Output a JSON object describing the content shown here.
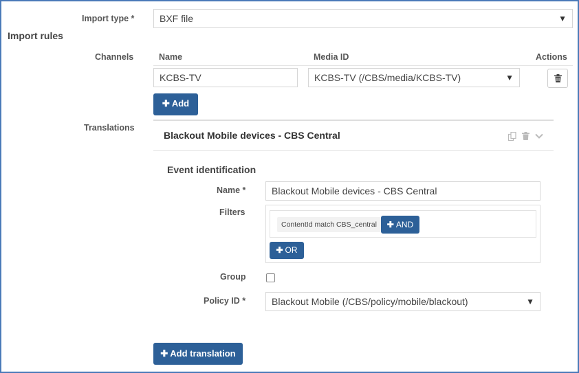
{
  "import_type": {
    "label": "Import type *",
    "value": "BXF file"
  },
  "import_rules": {
    "title": "Import rules"
  },
  "channels": {
    "label": "Channels",
    "col_name": "Name",
    "col_media_id": "Media ID",
    "col_actions": "Actions",
    "rows": [
      {
        "name": "KCBS-TV",
        "media_id": "KCBS-TV (/CBS/media/KCBS-TV)"
      }
    ],
    "add_label": "Add"
  },
  "translations": {
    "label": "Translations",
    "panel_title": "Blackout Mobile devices - CBS Central",
    "event_identification": "Event identification",
    "name_label": "Name *",
    "name_value": "Blackout Mobile devices - CBS Central",
    "filters_label": "Filters",
    "filter_chip": "ContentId match CBS_central",
    "and_label": "AND",
    "or_label": "OR",
    "group_label": "Group",
    "policy_label": "Policy ID *",
    "policy_value": "Blackout Mobile (/CBS/policy/mobile/blackout)",
    "add_translation_label": "Add translation"
  },
  "icons": {
    "dropdown": "caret-down-icon",
    "trash": "trash-icon",
    "copy": "copy-icon",
    "chevron": "chevron-down-icon",
    "plus": "plus-icon"
  },
  "colors": {
    "primary_button": "#2d6098",
    "frame_border": "#4a7ab8"
  }
}
